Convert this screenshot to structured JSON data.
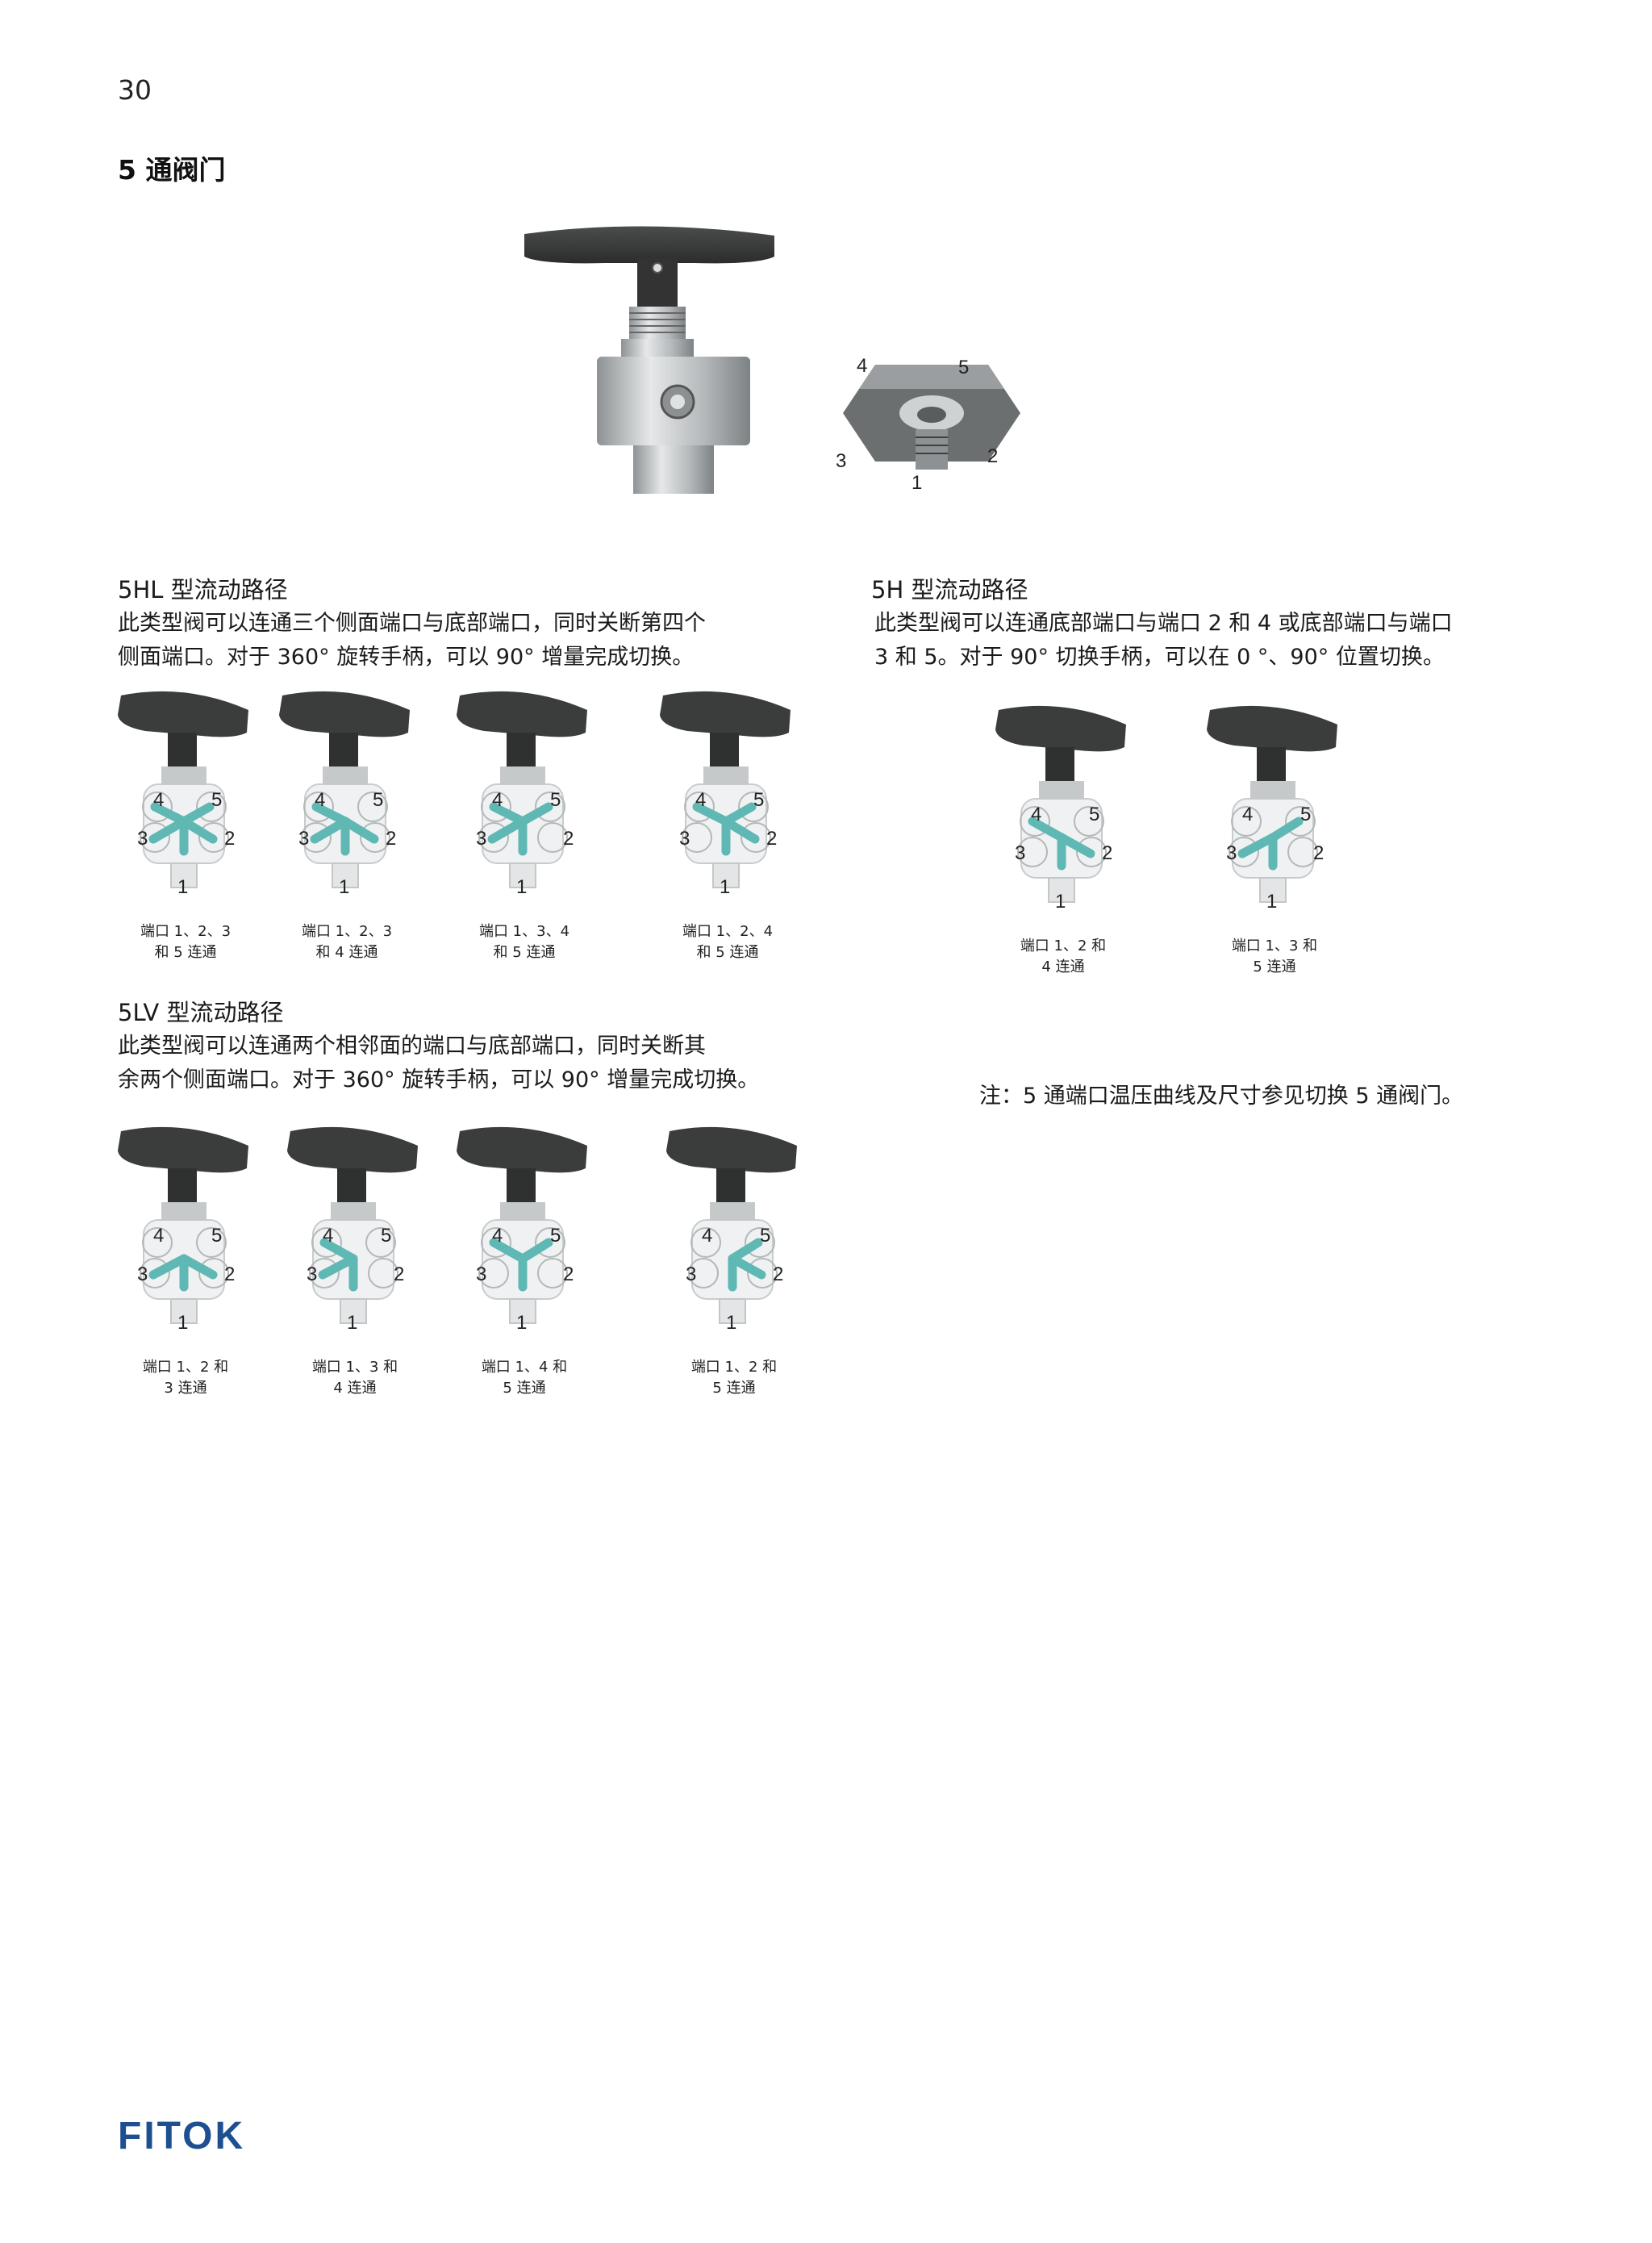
{
  "page_number": "30",
  "title": "5 通阀门",
  "hero": {
    "port_labels": [
      "4",
      "5",
      "3",
      "2",
      "1"
    ]
  },
  "sections": {
    "hl": {
      "title": "5HL  型流动路径",
      "desc": "此类型阀可以连通三个侧面端口与底部端口，同时关断第四个\n侧面端口。对于 360° 旋转手柄，可以 90° 增量完成切换。",
      "figures": [
        {
          "ports": [
            "4",
            "5",
            "3",
            "2",
            "1"
          ],
          "caption": "端口 1、2、3\n和 5 连通"
        },
        {
          "ports": [
            "4",
            "5",
            "3",
            "2",
            "1"
          ],
          "caption": "端口 1、2、3\n和 4 连通"
        },
        {
          "ports": [
            "4",
            "5",
            "3",
            "2",
            "1"
          ],
          "caption": "端口 1、3、4\n和 5 连通"
        },
        {
          "ports": [
            "4",
            "5",
            "3",
            "2",
            "1"
          ],
          "caption": "端口 1、2、4\n和 5 连通"
        }
      ]
    },
    "h": {
      "title": "5H  型流动路径",
      "desc": "此类型阀可以连通底部端口与端口 2 和 4 或底部端口与端口\n3 和 5。对于 90° 切换手柄，可以在 0 °、90° 位置切换。",
      "figures": [
        {
          "ports": [
            "4",
            "5",
            "3",
            "2",
            "1"
          ],
          "caption": "端口 1、2 和\n4 连通"
        },
        {
          "ports": [
            "4",
            "5",
            "3",
            "2",
            "1"
          ],
          "caption": "端口 1、3 和\n5 连通"
        }
      ]
    },
    "lv": {
      "title": "5LV  型流动路径",
      "desc": "此类型阀可以连通两个相邻面的端口与底部端口，同时关断其\n余两个侧面端口。对于 360° 旋转手柄，可以 90° 增量完成切换。",
      "figures": [
        {
          "ports": [
            "4",
            "5",
            "3",
            "2",
            "1"
          ],
          "caption": "端口 1、2 和\n3 连通"
        },
        {
          "ports": [
            "4",
            "5",
            "3",
            "2",
            "1"
          ],
          "caption": "端口 1、3 和\n4 连通"
        },
        {
          "ports": [
            "4",
            "5",
            "3",
            "2",
            "1"
          ],
          "caption": "端口 1、4 和\n5 连通"
        },
        {
          "ports": [
            "4",
            "5",
            "3",
            "2",
            "1"
          ],
          "caption": "端口 1、2 和\n5 连通"
        }
      ]
    }
  },
  "note": "注：5 通端口温压曲线及尺寸参见切换 5 通阀门。",
  "logo": "FITOK",
  "colors": {
    "handle": "#3a3d3c",
    "flow": "#5fb8b3",
    "metal": "#b9bdbe",
    "logo": "#1d4f91"
  }
}
